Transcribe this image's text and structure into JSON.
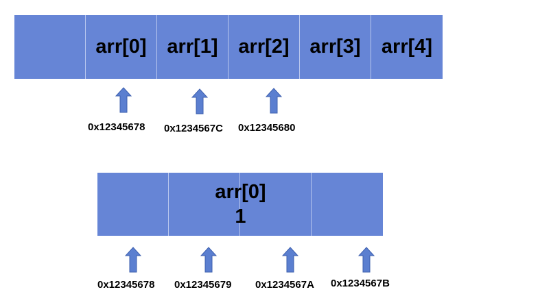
{
  "top_array": {
    "cells": [
      "",
      "arr[0]",
      "arr[1]",
      "arr[2]",
      "arr[3]",
      "arr[4]"
    ],
    "addresses": [
      "0x12345678",
      "0x1234567C",
      "0x12345680"
    ]
  },
  "bottom_array": {
    "label": "arr[0]",
    "value": "1",
    "addresses": [
      "0x12345678",
      "0x12345679",
      "0x1234567A",
      "0x1234567B"
    ]
  },
  "colors": {
    "cell_fill": "#6685d6",
    "cell_divider": "#b9c7ee",
    "arrow_fill": "#5b7fd0",
    "arrow_stroke": "#3d5fae"
  }
}
